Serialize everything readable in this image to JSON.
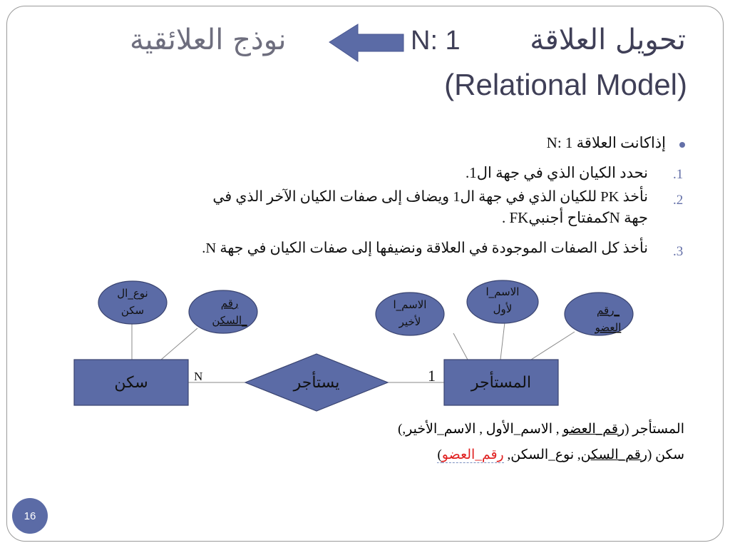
{
  "title": {
    "arabic": "تحويل العلاقة",
    "cardinality": "N: 1",
    "target": "نوذج العلائقية",
    "relational_model": "(Relational Model)"
  },
  "body": {
    "bullet": "إذاكانت العلاقة 1 :N",
    "items": [
      {
        "num": ".1",
        "text": "نحدد الكيان الذي في جهة ال1."
      },
      {
        "num": ".2",
        "line1": "نأخذ PK للكيان الذي في جهة ال1 ويضاف إلى صفات الكيان الآخر الذي في",
        "line2": "جهة Nكمفتاح أجنبيFK ."
      },
      {
        "num": ".3",
        "text": "نأخذ كل الصفات الموجودة في العلاقة ونضيفها إلى صفات الكيان في جهة N."
      }
    ]
  },
  "diagram": {
    "entity_left": "سكن",
    "relationship": "يستأجر",
    "entity_right": "المستأجر",
    "cardinality_left": "N",
    "cardinality_right": "1",
    "attributes": {
      "housing_type_1": "نوع_ال",
      "housing_type_2": "سكن",
      "housing_no_1": "رقم",
      "housing_no_2": "السكن_",
      "last_name_1": "الاسم_ا",
      "last_name_2": "لأخير",
      "first_name_1": "الاسم_ا",
      "first_name_2": "لأول",
      "member_no_1": "رقم_",
      "member_no_2": "العضو"
    }
  },
  "relations": {
    "tenant_prefix": "المستأجر (",
    "tenant_pk": "رقم_العضو",
    "tenant_rest": " , الاسم_الأول , الاسم_الأخير,)",
    "housing_prefix": "سكن (",
    "housing_pk": "رقم_السكن",
    "housing_mid": ", نوع_السكن, ",
    "housing_fk": "رقم_العضو",
    "housing_close": ")"
  },
  "page_number": "16",
  "colors": {
    "shape_fill": "#5b6ba6",
    "shape_stroke": "#3a4470",
    "arrow_fill": "#5b6ba6",
    "fk_red": "#e02020"
  }
}
